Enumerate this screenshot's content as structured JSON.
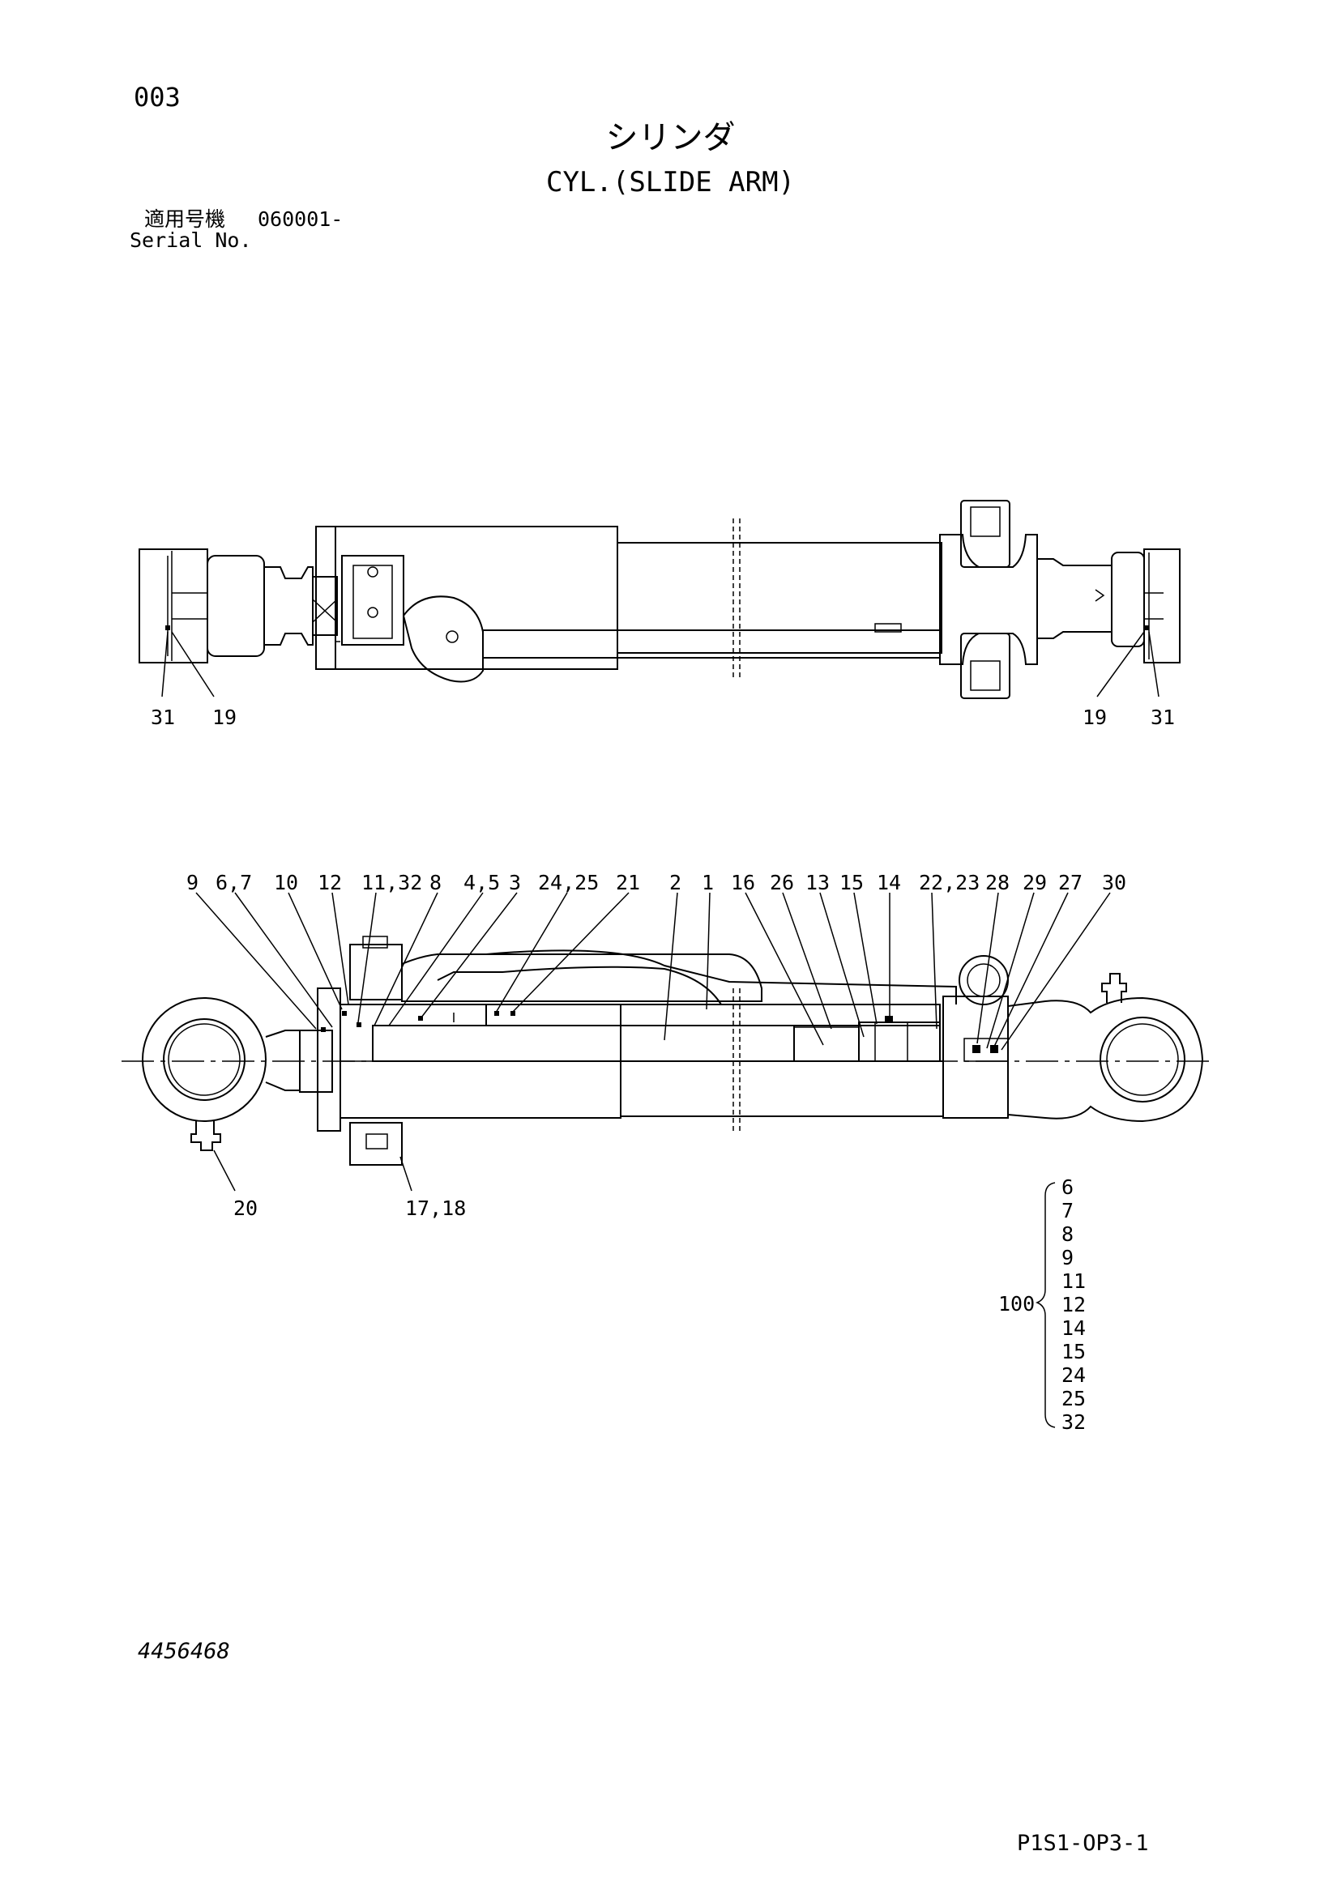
{
  "header": {
    "page_no": "003",
    "title_jp": "シリンダ",
    "title_en": "CYL.(SLIDE ARM)",
    "serial_label_jp": "適用号機",
    "serial_value": "060001-",
    "serial_label_en": "Serial No."
  },
  "top_view": {
    "callouts": {
      "left_a": "31",
      "left_b": "19",
      "right_a": "19",
      "right_b": "31"
    }
  },
  "section_view": {
    "top_callouts": [
      "9",
      "6,7",
      "10",
      "12",
      "11,32",
      "8",
      "4,5",
      "3",
      "24,25",
      "21",
      "2",
      "1",
      "16",
      "26",
      "13",
      "15",
      "14",
      "22,23",
      "28",
      "29",
      "27",
      "30"
    ],
    "bottom_callouts": [
      "20",
      "17,18"
    ]
  },
  "kit": {
    "label": "100",
    "parts": [
      "6",
      "7",
      "8",
      "9",
      "11",
      "12",
      "14",
      "15",
      "24",
      "25",
      "32"
    ]
  },
  "footer": {
    "drawing_no": "4456468",
    "sheet_code": "P1S1-OP3-1"
  }
}
